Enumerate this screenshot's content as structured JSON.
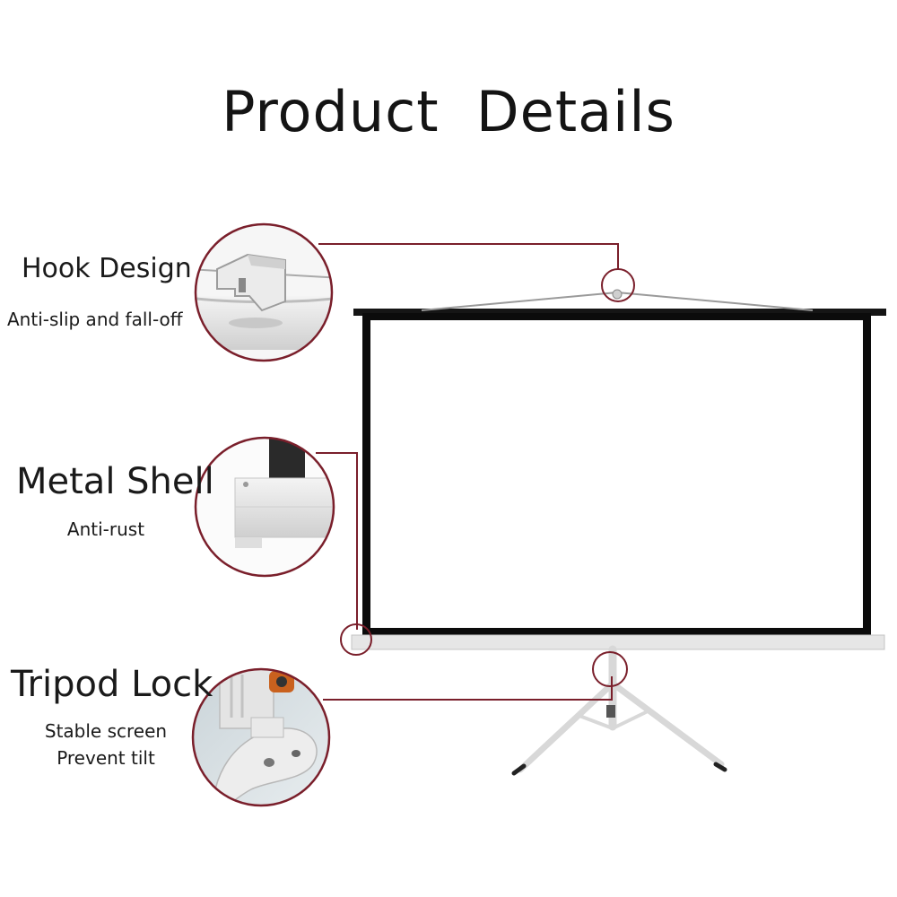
{
  "title": "Product  Details",
  "features": {
    "hook": {
      "title": "Hook Design",
      "description": "Anti-slip and fall-off"
    },
    "metal": {
      "title": "Metal Shell",
      "description": "Anti-rust"
    },
    "tripod": {
      "title": "Tripod Lock",
      "description_line1": "Stable screen",
      "description_line2": "Prevent tilt"
    }
  },
  "colors": {
    "callout": "#7a1f2b",
    "frame": "#0a0a0a",
    "screen": "#ffffff",
    "metal": "#d9d9d9"
  },
  "icons": [
    "hook-detail-icon",
    "metal-shell-detail-icon",
    "tripod-lock-detail-icon",
    "projector-screen-icon"
  ]
}
